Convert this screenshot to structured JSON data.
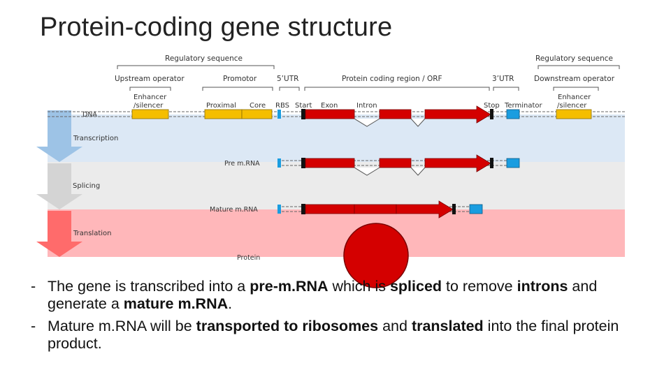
{
  "title": "Protein-coding gene structure",
  "diagram": {
    "group_labels": {
      "regulatory_left": "Regulatory sequence",
      "regulatory_right": "Regulatory sequence",
      "upstream_operator": "Upstream operator",
      "promotor": "Promotor",
      "utr5": "5’UTR",
      "orf": "Protein coding region / ORF",
      "utr3": "3’UTR",
      "downstream_operator": "Downstream operator"
    },
    "element_labels": {
      "enhancer_left_line1": "Enhancer",
      "enhancer_left_line2": "/silencer",
      "proximal": "Proximal",
      "core": "Core",
      "rbs": "RBS",
      "start": "Start",
      "exon": "Exon",
      "intron": "Intron",
      "stop": "Stop",
      "terminator": "Terminator",
      "enhancer_right_line1": "Enhancer",
      "enhancer_right_line2": "/silencer"
    },
    "row_labels": {
      "dna": "DNA",
      "pre_mrna": "Pre m.RNA",
      "mature_mrna": "Mature m.RNA",
      "protein": "Protein"
    },
    "process_labels": {
      "transcription": "Transcription",
      "splicing": "Splicing",
      "translation": "Translation"
    },
    "colors": {
      "regulatory": "#F5BE00",
      "coding": "#D40000",
      "utr": "#1A9DE0",
      "stop": "#111111",
      "transcription_band": "#DCE8F5",
      "splicing_band": "#EBEBEB",
      "translation_band": "#FFB7BA",
      "transcription_arrow": "#9DC3E6",
      "splicing_arrow": "#D4D4D4",
      "translation_arrow": "#FF6B6B",
      "protein": "#D40000"
    }
  },
  "bullets": [
    {
      "segments": [
        {
          "text": "The gene is  transcribed  into a ",
          "bold": false
        },
        {
          "text": "pre-m.RNA",
          "bold": true
        },
        {
          "text": " which is  ",
          "bold": false
        },
        {
          "text": "spliced",
          "bold": true
        },
        {
          "text": " to remove ",
          "bold": false
        },
        {
          "text": "introns",
          "bold": true
        },
        {
          "text": "  and generate a ",
          "bold": false
        },
        {
          "text": "mature m.RNA",
          "bold": true
        },
        {
          "text": ".",
          "bold": false
        }
      ]
    },
    {
      "segments": [
        {
          "text": "Mature m.RNA will be ",
          "bold": false
        },
        {
          "text": "transported to ribosomes",
          "bold": true
        },
        {
          "text": " and ",
          "bold": false
        },
        {
          "text": "translated",
          "bold": true
        },
        {
          "text": "  into the final protein product.",
          "bold": false
        }
      ]
    }
  ]
}
